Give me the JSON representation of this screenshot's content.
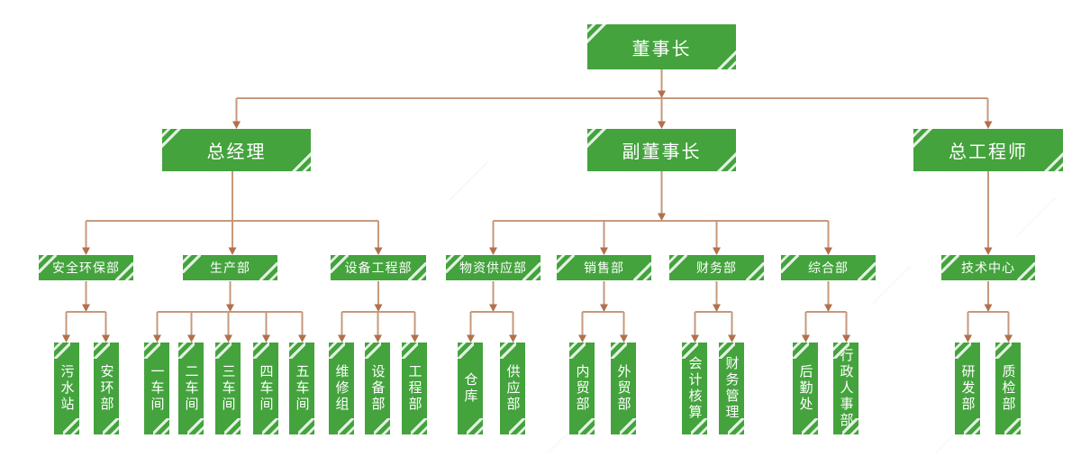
{
  "colors": {
    "box_green": "#44a33d",
    "box_text": "#ffffff",
    "connector_line": "#c6997c",
    "connector_arrow": "#b2704d",
    "corner_stripe": "#ffffff"
  },
  "org": {
    "chairman": {
      "label": "董事长"
    },
    "general_manager": {
      "label": "总经理"
    },
    "vice_chairman": {
      "label": "副董事长"
    },
    "chief_engineer": {
      "label": "总工程师"
    },
    "safety_env_dept": {
      "label": "安全环保部"
    },
    "production_dept": {
      "label": "生产部"
    },
    "equipment_eng_dept": {
      "label": "设备工程部"
    },
    "material_supply_dept": {
      "label": "物资供应部"
    },
    "sales_dept": {
      "label": "销售部"
    },
    "finance_dept": {
      "label": "财务部"
    },
    "general_affairs_dept": {
      "label": "综合部"
    },
    "tech_center": {
      "label": "技术中心"
    },
    "sewage_station": {
      "label": "污水站"
    },
    "safety_env_office": {
      "label": "安环部"
    },
    "workshop_1": {
      "label": "一车间"
    },
    "workshop_2": {
      "label": "二车间"
    },
    "workshop_3": {
      "label": "三车间"
    },
    "workshop_4": {
      "label": "四车间"
    },
    "workshop_5": {
      "label": "五车间"
    },
    "maintenance_group": {
      "label": "维修组"
    },
    "equipment_dept": {
      "label": "设备部"
    },
    "engineering_dept": {
      "label": "工程部"
    },
    "warehouse": {
      "label": "仓库"
    },
    "supply_dept": {
      "label": "供应部"
    },
    "domestic_trade_dept": {
      "label": "内贸部"
    },
    "foreign_trade_dept": {
      "label": "外贸部"
    },
    "accounting_unit": {
      "label": "会计核算"
    },
    "financial_management_unit": {
      "label": "财务管理"
    },
    "logistics_office": {
      "label": "后勤处"
    },
    "admin_hr_dept": {
      "label": "行政人事部"
    },
    "rnd_dept": {
      "label": "研发部"
    },
    "quality_inspection_dept": {
      "label": "质检部"
    }
  }
}
